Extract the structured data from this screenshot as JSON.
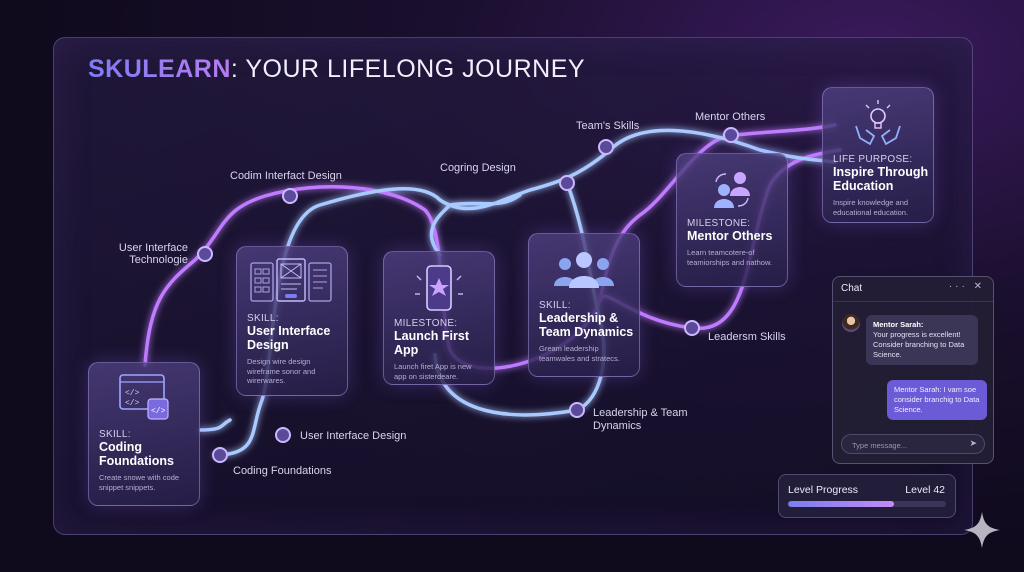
{
  "header": {
    "brand": "SKULEARN",
    "rest": ": YOUR LIFELONG JOURNEY"
  },
  "labels": {
    "ui_tech": "User Interface\nTechnologie",
    "codim": "Codim Interfact Design",
    "cogring": "Cogring Design",
    "teams_skills": "Team's Skills",
    "mentor_others": "Mentor Others",
    "leadersm_skills": "Leadersm Skills",
    "leadership_team": "Leadership & Team\nDynamics",
    "ui_design": "User Interface Design",
    "coding_foundations": "Coding Foundations"
  },
  "cards": {
    "coding": {
      "kind": "SKILL:",
      "name": "Coding\nFoundations",
      "desc": "Create snowe with code\nsnippet snippets."
    },
    "ui": {
      "kind": "SKILL:",
      "name": "User Interface\nDesign",
      "desc": "Design wire design\nwireframe sonor and\nwirerwares."
    },
    "app": {
      "kind": "MILESTONE:",
      "name": "Launch First App",
      "desc": "Launch firet App is new\napp on sisterdeare."
    },
    "leader": {
      "kind": "SKILL:",
      "name": "Leadership &\nTeam Dynamics",
      "desc": "Gream leadership\nteamwales and stratecs."
    },
    "mentor": {
      "kind": "MILESTONE:",
      "name": "Mentor Others",
      "desc": "Learn teamcotere-of\nteamiorships and nathow."
    },
    "purpose": {
      "kind": "LIFE PURPOSE:",
      "name": "Inspire Through\nEducation",
      "desc": "Inspire knowledge and\neducational education."
    }
  },
  "chat": {
    "title": "Chat",
    "controls": "··· ✕",
    "incoming_sender": "Mentor Sarah:",
    "incoming_text": "Your progress is excellent! Consider branching to Data Science.",
    "outgoing_text": "Mentor Sarah: I vam soe consider branchig to Data Science.",
    "input_placeholder": "Type message..."
  },
  "progress": {
    "label": "Level Progress",
    "level": "Level 42",
    "fraction": 0.67
  },
  "colors": {
    "purple_path": "#c07cff",
    "blue_path": "#a9c9ff",
    "accent": "#7a7df0"
  },
  "icons": {
    "coding": "code-window-icon",
    "ui": "wireframe-icon",
    "app": "phone-star-icon",
    "leader": "team-icon",
    "mentor": "mentor-icon",
    "purpose": "lightbulb-hands-icon",
    "send": "send-icon",
    "corner": "sparkle-icon"
  }
}
